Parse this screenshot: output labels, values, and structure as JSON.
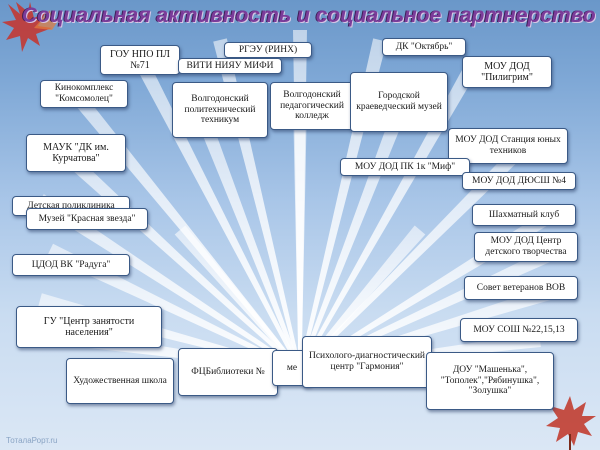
{
  "title": "Социальная активность и социальное партнерство",
  "footer": "ТоталаРорт.ru",
  "colors": {
    "title": "#7b3c9a",
    "rays": "#ffffff",
    "box_border": "#3b5a86",
    "background": "#a9c6e8"
  },
  "icons": [
    "maple-leaf-top-left",
    "maple-leaf-bottom-right"
  ],
  "partners": [
    {
      "id": "gou-npo",
      "label": "ГОУ НПО ПЛ №71"
    },
    {
      "id": "rgeu",
      "label": "РГЭУ (РИНХ)"
    },
    {
      "id": "viti",
      "label": "ВИТИ НИЯУ МИФИ"
    },
    {
      "id": "dk-oktyabr",
      "label": "ДК \"Октябрь\""
    },
    {
      "id": "mou-dod-piligrim",
      "label": "МОУ ДОД \"Пилигрим\""
    },
    {
      "id": "kinokompleks",
      "label": "Кинокомплекс \"Комсомолец\""
    },
    {
      "id": "polytech",
      "label": "Волгодонский политехнический техникум"
    },
    {
      "id": "ped-college",
      "label": "Волгодонский педагогический колледж"
    },
    {
      "id": "museum-city",
      "label": "Городской краеведческий музей"
    },
    {
      "id": "mauk-dk",
      "label": "МАУК \"ДК им. Курчатова\""
    },
    {
      "id": "syut",
      "label": "МОУ ДОД Станция юных техников"
    },
    {
      "id": "mou-dod-pk",
      "label": "МОУ ДОД ПК 1к \"Миф\""
    },
    {
      "id": "dyussh",
      "label": "МОУ ДОД ДЮСШ №4"
    },
    {
      "id": "polyclinic",
      "label": "Детская поликлиника"
    },
    {
      "id": "museum-star",
      "label": "Музей \"Красная звезда\""
    },
    {
      "id": "chess",
      "label": "Шахматный клуб"
    },
    {
      "id": "mou-dod-cdt",
      "label": "МОУ ДОД Центр детского творчества"
    },
    {
      "id": "tsdod-raduga",
      "label": "ЦДОД ВК \"Радуга\""
    },
    {
      "id": "veterans",
      "label": "Совет ветеранов ВОВ"
    },
    {
      "id": "employment",
      "label": "ГУ \"Центр занятости населения\""
    },
    {
      "id": "schools",
      "label": "МОУ СОШ №22,15,13"
    },
    {
      "id": "art-school",
      "label": "Художественная школа"
    },
    {
      "id": "library",
      "label": "ФЦБиблиотеки №"
    },
    {
      "id": "psych-center",
      "label": "Психолого-диагностический центр \"Гармония\""
    },
    {
      "id": "dou",
      "label": "ДОУ \"Машенька\", \"Тополек\",\"Рябинушка\", \"Золушка\""
    }
  ],
  "hidden_fragments": {
    "me": "ме"
  }
}
